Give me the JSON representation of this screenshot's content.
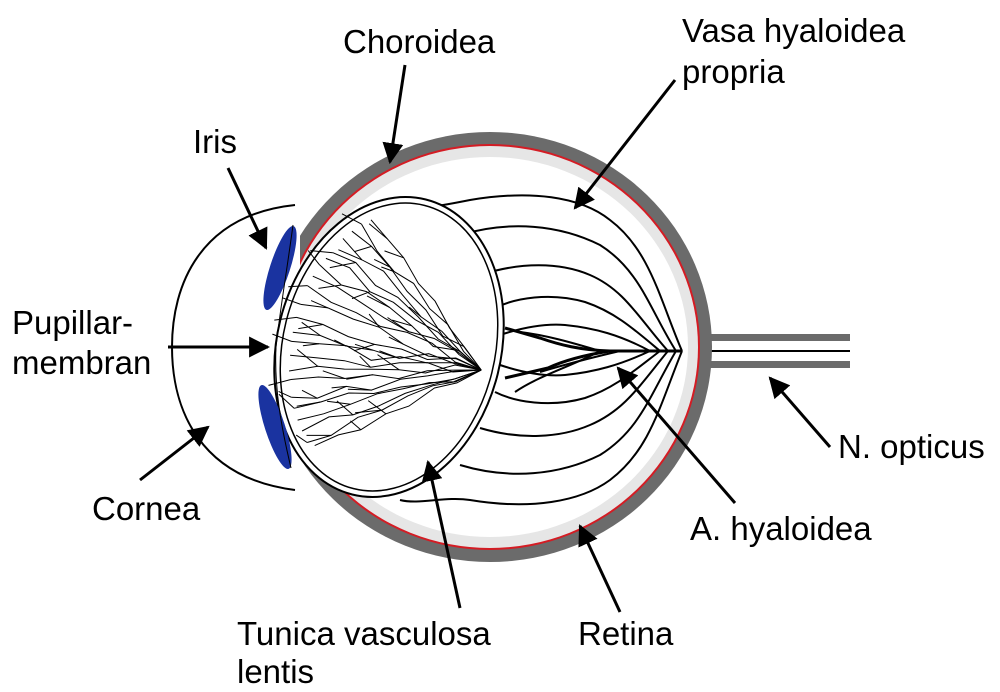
{
  "labels": {
    "choroidea": "Choroidea",
    "vasa_line1": "Vasa hyaloidea",
    "vasa_line2": "propria",
    "iris": "Iris",
    "pupillar_line1": "Pupillar-",
    "pupillar_line2": "membran",
    "cornea": "Cornea",
    "n_opticus": "N. opticus",
    "a_hyaloidea": "A. hyaloidea",
    "tunica_line1": "Tunica vasculosa",
    "tunica_line2": "lentis",
    "retina": "Retina"
  },
  "colors": {
    "choroid": "#6b6b6b",
    "retina": "#d41c24",
    "vitreous_gap": "#e6e6e6",
    "iris": "#1a33a0",
    "line": "#000000"
  }
}
